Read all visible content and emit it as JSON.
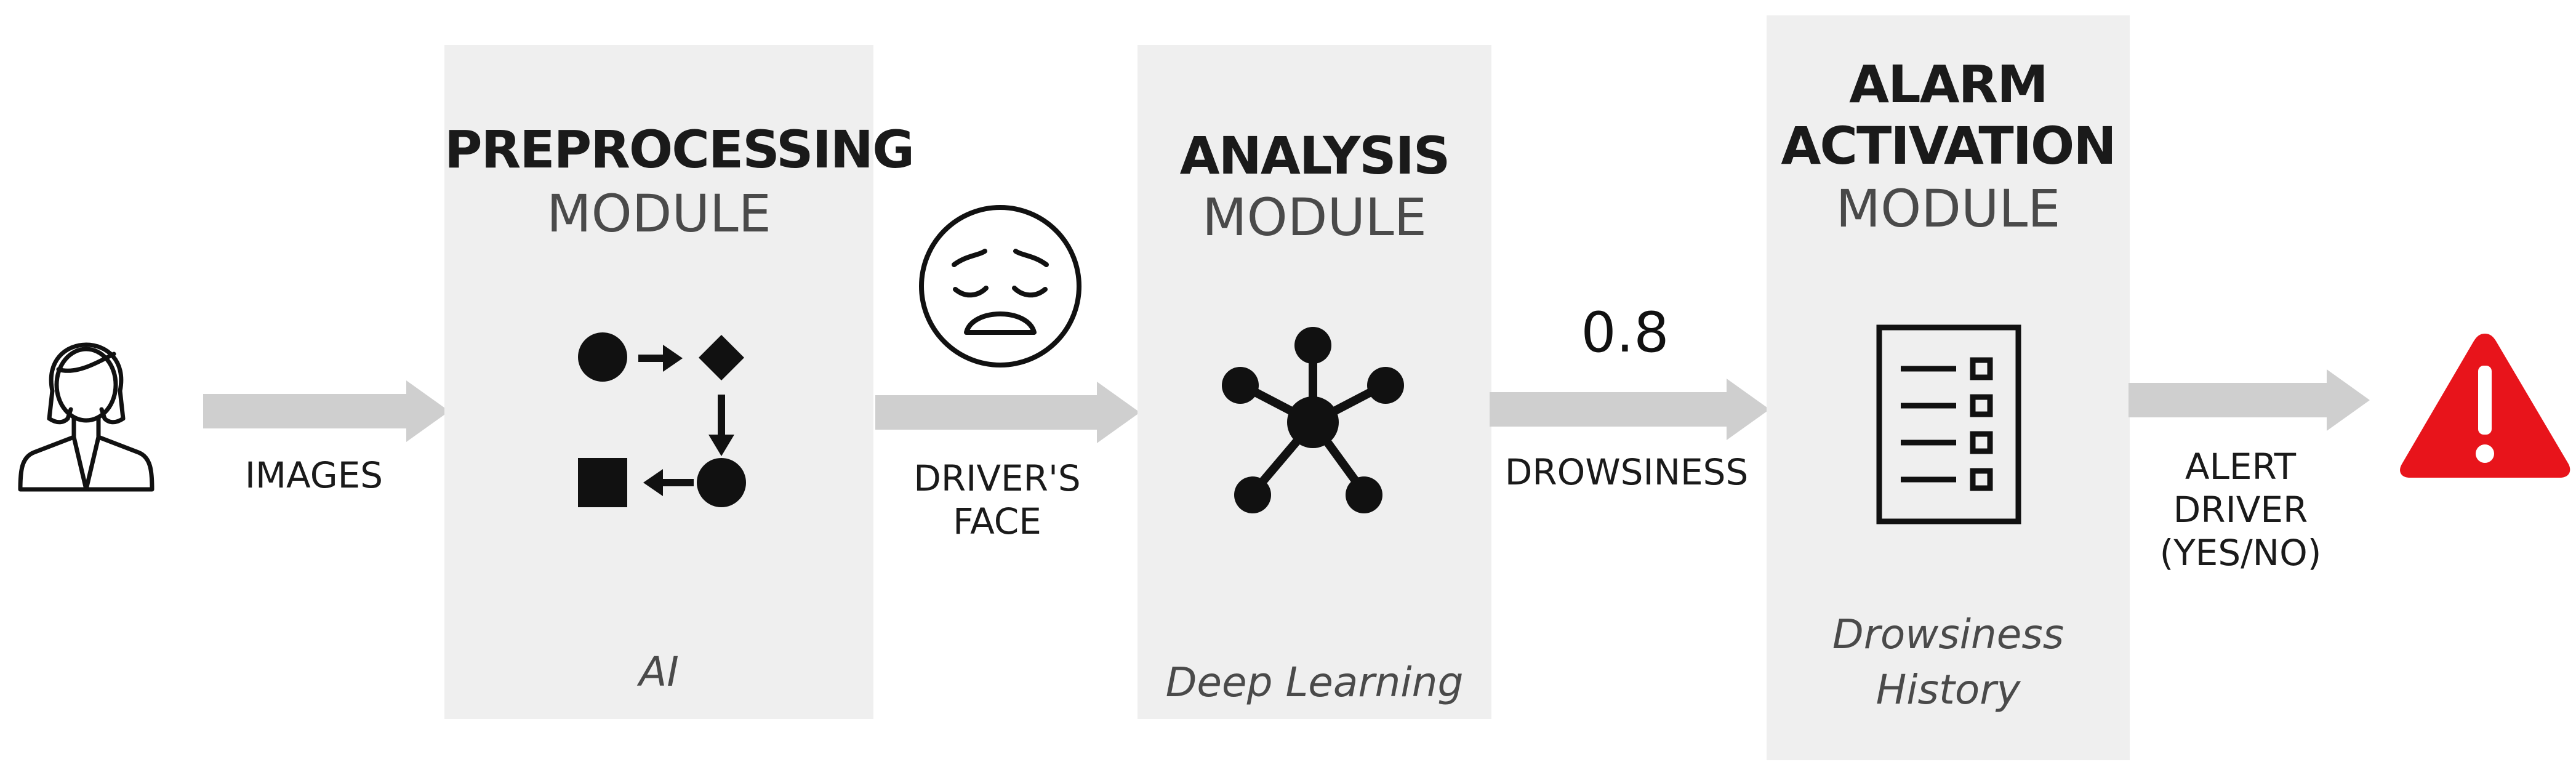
{
  "modules": {
    "preprocessing": {
      "title_bold": "PREPROCESSING",
      "title_light": "MODULE",
      "footer": "AI"
    },
    "analysis": {
      "title_bold": "ANALYSIS",
      "title_light": "MODULE",
      "footer": "Deep Learning"
    },
    "alarm": {
      "title_bold_1": "ALARM",
      "title_bold_2": "ACTIVATION",
      "title_light": "MODULE",
      "footer_1": "Drowsiness",
      "footer_2": "History"
    }
  },
  "flows": {
    "images": "IMAGES",
    "drivers_face_1": "DRIVER'S",
    "drivers_face_2": "FACE",
    "drowsiness": "DROWSINESS",
    "drowsiness_score": "0.8",
    "alert_1": "ALERT",
    "alert_2": "DRIVER",
    "alert_3": "(YES/NO)"
  },
  "icons": {
    "driver": "person-icon",
    "preprocessing": "process-flow-icon",
    "face": "tired-face-icon",
    "analysis": "neural-network-icon",
    "alarm": "checklist-icon",
    "alert": "warning-icon"
  },
  "colors": {
    "module_bg": "#efefef",
    "arrow": "#cfcfcf",
    "warning": "#e8141b"
  }
}
